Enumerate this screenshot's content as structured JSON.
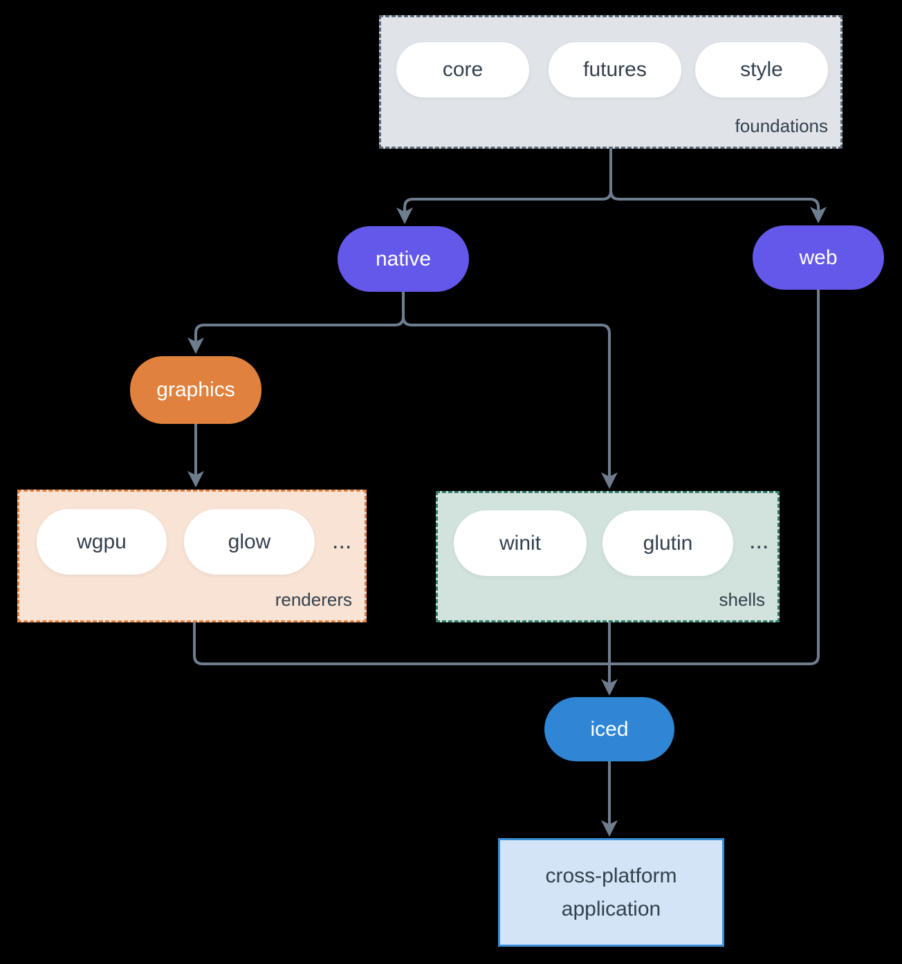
{
  "diagram": {
    "foundations": {
      "label": "foundations",
      "pills": [
        "core",
        "futures",
        "style"
      ]
    },
    "native_label": "native",
    "web_label": "web",
    "graphics_label": "graphics",
    "renderers": {
      "label": "renderers",
      "pills": [
        "wgpu",
        "glow"
      ],
      "more": "..."
    },
    "shells": {
      "label": "shells",
      "pills": [
        "winit",
        "glutin"
      ],
      "more": "..."
    },
    "iced_label": "iced",
    "application": {
      "line1": "cross-platform",
      "line2": "application"
    }
  },
  "colors": {
    "bg": "#000000",
    "arrow": "#6e7e8f",
    "purple": "#6458ea",
    "orange": "#e0813e",
    "blue": "#2e86d5",
    "foundations-bg": "#e0e4e8",
    "foundations-border": "#5d6b7a",
    "renderers-bg": "#f9e3d4",
    "shells-bg": "#d2e2dc",
    "shells-border": "#2f7a68",
    "app-bg": "#d2e4f6",
    "app-border": "#3a8fd9",
    "text-dark": "#33404d"
  }
}
